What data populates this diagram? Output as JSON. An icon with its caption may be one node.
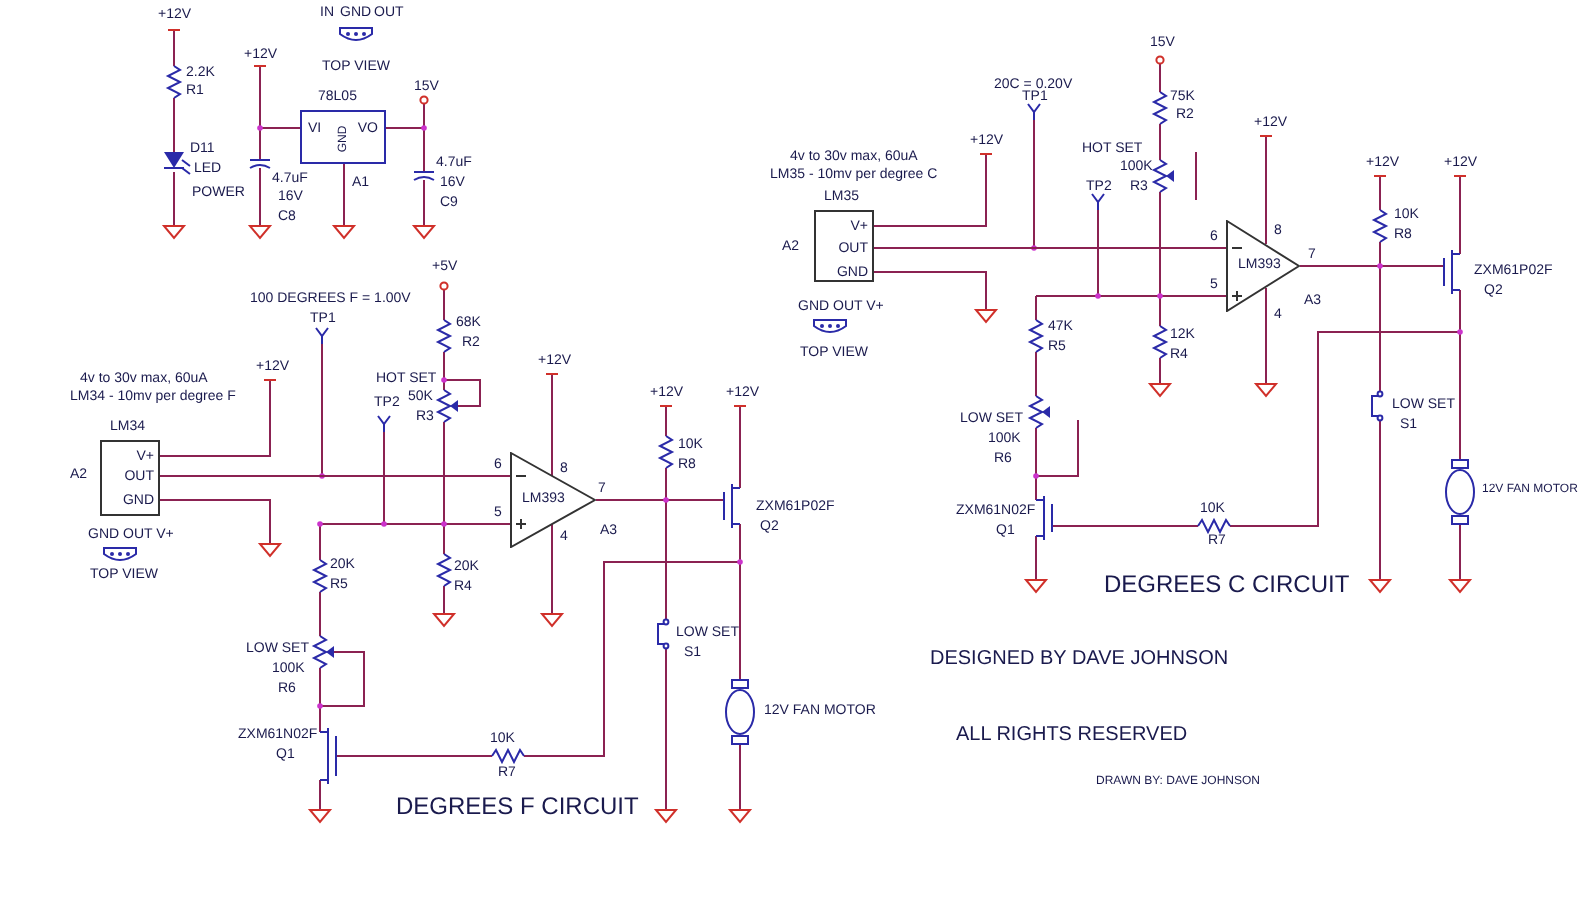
{
  "diagram": {
    "nodes": [
      {
        "text": [
          "78L05",
          "VI",
          "VO",
          "GND"
        ],
        "beside": [
          "A1"
        ]
      },
      {
        "text": [
          "LM35",
          "V+",
          "OUT",
          "GND"
        ],
        "beside": [
          "A2"
        ]
      },
      {
        "text": [
          "LM393"
        ],
        "beside": [
          "A3"
        ]
      },
      {
        "text": [
          "LM34",
          "V+",
          "OUT",
          "GND"
        ],
        "beside": [
          "A2"
        ]
      },
      {
        "text": [
          "LM393"
        ],
        "beside": [
          "A3"
        ]
      }
    ],
    "edges": [
      {
        "from": 1,
        "to": 2,
        "arrow": "none"
      },
      {
        "from": 3,
        "to": 4,
        "arrow": "none"
      }
    ],
    "labels": [
      "+12V",
      "2.2K",
      "R1",
      "D11",
      "LED",
      "POWER",
      "+12V",
      "IN",
      "GND",
      "OUT",
      "TOP VIEW",
      "15V",
      "4.7uF",
      "16V",
      "C8",
      "4.7uF",
      "16V",
      "C9",
      "15V",
      "20C = 0.20V",
      "TP1",
      "75K",
      "R2",
      "+12V",
      "+12V",
      "HOT SET",
      "100K",
      "R3",
      "4v to 30v max, 60uA",
      "LM35 - 10mv per degree C",
      "+12V",
      "+12V",
      "TP2",
      "10K",
      "R8",
      "6",
      "8",
      "7",
      "ZXM61P02F",
      "Q2",
      "5",
      "4",
      "GND OUT V+",
      "TOP VIEW",
      "47K",
      "R5",
      "12K",
      "R4",
      "LOW SET",
      "100K",
      "R6",
      "LOW SET",
      "S1",
      "12V FAN MOTOR",
      "ZXM61N02F",
      "Q1",
      "10K",
      "R7",
      "DEGREES C CIRCUIT",
      "+5V",
      "100 DEGREES F = 1.00V",
      "TP1",
      "68K",
      "R2",
      "4v to 30v max, 60uA",
      "LM34 - 10mv per degree F",
      "+12V",
      "HOT SET",
      "50K",
      "R3",
      "TP2",
      "+12V",
      "+12V",
      "+12V",
      "10K",
      "R8",
      "6",
      "8",
      "7",
      "ZXM61P02F",
      "Q2",
      "5",
      "4",
      "GND OUT V+",
      "TOP VIEW",
      "20K",
      "R5",
      "20K",
      "R4",
      "LOW SET",
      "100K",
      "R6",
      "LOW SET",
      "S1",
      "12V FAN MOTOR",
      "ZXM61N02F",
      "Q1",
      "10K",
      "R7",
      "DEGREES F CIRCUIT",
      "DESIGNED BY DAVE JOHNSON",
      "ALL RIGHTS RESERVED",
      "DRAWN BY: DAVE JOHNSON"
    ]
  }
}
